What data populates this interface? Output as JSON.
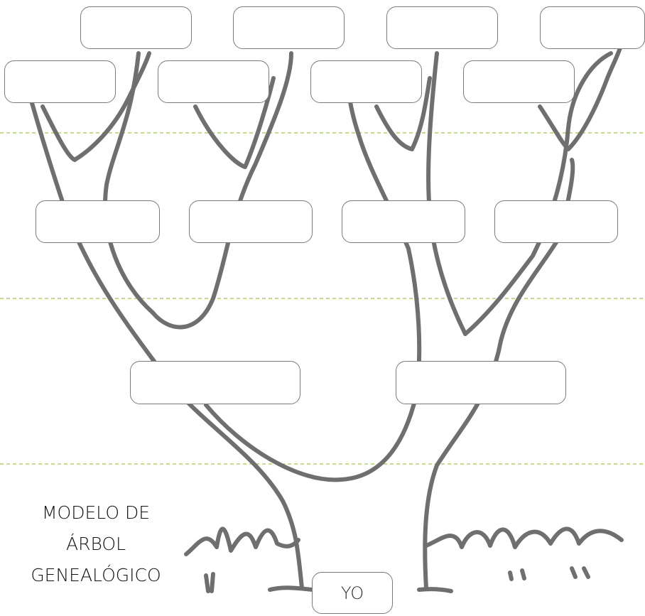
{
  "title_lines": [
    "MODELO DE",
    "ÁRBOL",
    "GENEALÓGICO"
  ],
  "center_label": "YO",
  "generations": [
    {
      "level": "great-grandparents",
      "boxes": [
        "",
        "",
        "",
        "",
        "",
        "",
        "",
        ""
      ]
    },
    {
      "level": "grandparents",
      "boxes": [
        "",
        "",
        "",
        ""
      ]
    },
    {
      "level": "parents",
      "boxes": [
        "",
        ""
      ]
    }
  ],
  "colors": {
    "trunk": "#6f6f6f",
    "box_border": "#7a7a7a",
    "guide_line": "#9ccc3c",
    "text": "#111111"
  }
}
